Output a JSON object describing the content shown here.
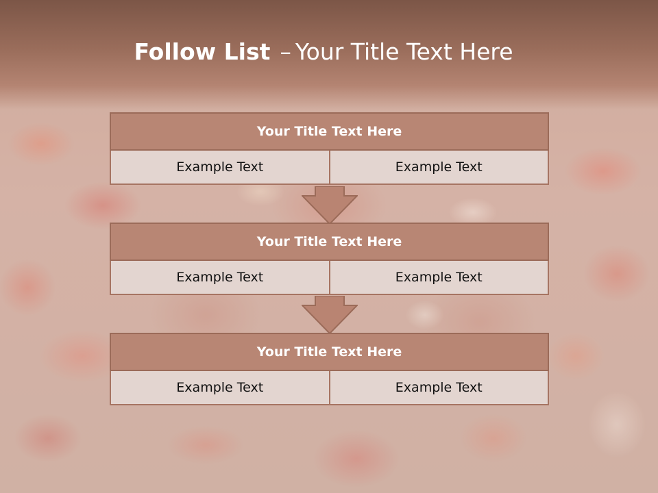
{
  "slide": {
    "title_lead": "Follow List",
    "title_sep": "–",
    "title_rest": "Your Title Text Here"
  },
  "blocks": [
    {
      "title": "Your Title Text Here",
      "left": "Example Text",
      "right": "Example Text"
    },
    {
      "title": "Your Title Text Here",
      "left": "Example Text",
      "right": "Example Text"
    },
    {
      "title": "Your Title Text Here",
      "left": "Example Text",
      "right": "Example Text"
    }
  ],
  "colors": {
    "header": "#8b5f4e",
    "block_title": "#b88674",
    "cell": "#e3d5d0",
    "arrow": "#b98472",
    "text_dark": "#111111"
  },
  "icons": {
    "connector": "down-arrow-icon"
  }
}
